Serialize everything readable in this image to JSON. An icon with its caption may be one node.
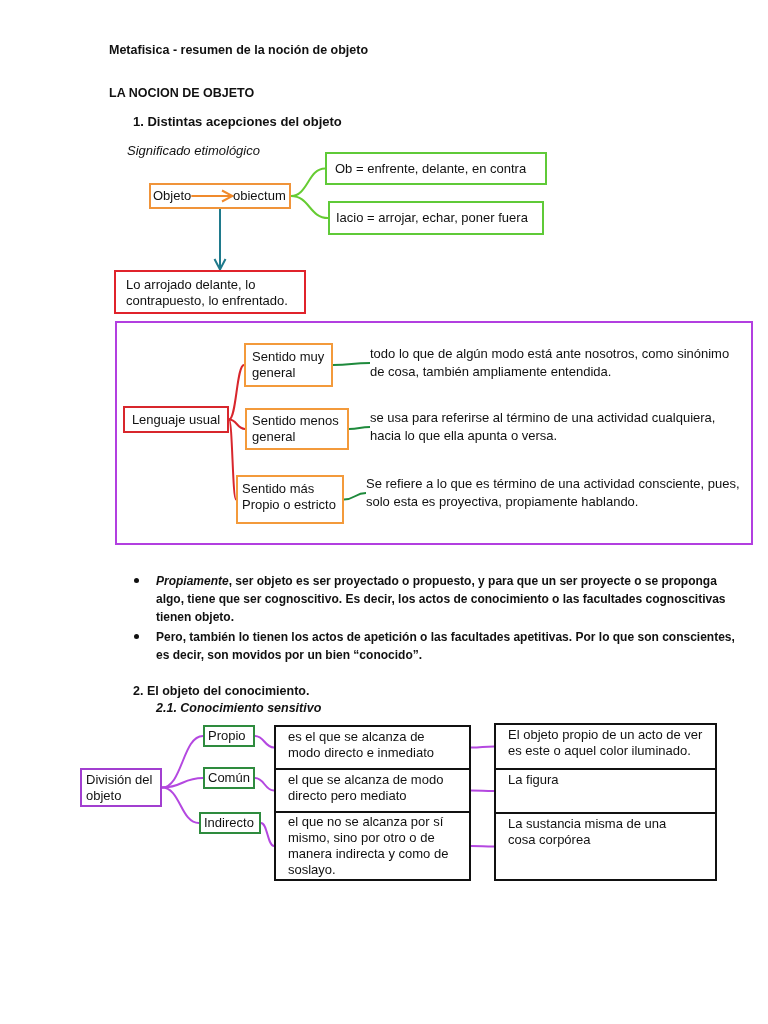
{
  "diagram": {
    "title": "Metafisica - resumen de la noción de objeto",
    "nodes": [
      {
        "text": [],
        "shape": "box"
      },
      {
        "text": [
          "Objeto"
        ],
        "in": 0
      },
      {
        "text": [
          "obiectum"
        ],
        "in": 0
      },
      {
        "text": [
          "Ob = enfrente, delante, en contra"
        ]
      },
      {
        "text": [
          "Iacio = arrojar, echar, poner fuera"
        ]
      },
      {
        "text": [
          "Lo arrojado delante, lo contrapuesto, lo enfrentado."
        ]
      },
      {
        "text": [],
        "shape": "box"
      },
      {
        "text": [
          "Lenguaje usual"
        ],
        "in": 6
      },
      {
        "text": [
          "Sentido muy general"
        ],
        "in": 6
      },
      {
        "text": [
          "Sentido menos general"
        ],
        "in": 6
      },
      {
        "text": [
          "Sentido más Propio o estricto"
        ],
        "in": 6
      },
      {
        "text": [
          "todo lo que de algún modo está ante nosotros, como sinónimo de cosa, también ampliamente entendida."
        ],
        "in": 6
      },
      {
        "text": [
          "se usa para referirse al término de una actividad cualquiera, hacia lo que ella apunta o versa."
        ],
        "in": 6
      },
      {
        "text": [
          "Se refiere a lo que es término de una actividad consciente, pues, solo esta es proyectiva, propiamente hablando."
        ],
        "in": 6
      },
      {
        "text": [
          "División del objeto"
        ]
      },
      {
        "text": [
          "Propio"
        ]
      },
      {
        "text": [
          "Común"
        ]
      },
      {
        "text": [
          "Indirecto"
        ]
      },
      {
        "text": [
          "es el que se alcanza de modo directo e inmediato"
        ]
      },
      {
        "text": [
          "el que se alcanza de modo directo pero mediato"
        ]
      },
      {
        "text": [
          "el que no se alcanza por sí mismo, sino por otro o de manera indirecta y como de soslayo."
        ]
      },
      {
        "text": [
          "El objeto propio de un acto de ver es este o aquel color iluminado."
        ]
      },
      {
        "text": [
          "La figura"
        ]
      },
      {
        "text": [
          "La sustancia misma de una cosa corpórea"
        ]
      }
    ],
    "edges": [
      {
        "from": 1,
        "to": 2,
        "arrow": "to",
        "color": "#f08a2c"
      },
      {
        "from": 0,
        "to": 3,
        "arrow": "none",
        "color": "#66cc33"
      },
      {
        "from": 0,
        "to": 4,
        "arrow": "none",
        "color": "#66cc33"
      },
      {
        "from": 0,
        "to": 5,
        "arrow": "to",
        "color": "#1f7a8c"
      },
      {
        "from": 7,
        "to": 8,
        "arrow": "none",
        "color": "#d8262c"
      },
      {
        "from": 7,
        "to": 9,
        "arrow": "none",
        "color": "#d8262c"
      },
      {
        "from": 7,
        "to": 10,
        "arrow": "none",
        "color": "#d8262c"
      },
      {
        "from": 8,
        "to": 11,
        "arrow": "none",
        "color": "#1e8a3c"
      },
      {
        "from": 9,
        "to": 12,
        "arrow": "none",
        "color": "#1e8a3c"
      },
      {
        "from": 10,
        "to": 13,
        "arrow": "none",
        "color": "#1e8a3c"
      },
      {
        "from": 14,
        "to": 15,
        "arrow": "none",
        "color": "#b448e0"
      },
      {
        "from": 14,
        "to": 16,
        "arrow": "none",
        "color": "#b448e0"
      },
      {
        "from": 14,
        "to": 17,
        "arrow": "none",
        "color": "#b448e0"
      },
      {
        "from": 15,
        "to": 18,
        "arrow": "none",
        "color": "#b448e0"
      },
      {
        "from": 16,
        "to": 19,
        "arrow": "none",
        "color": "#b448e0"
      },
      {
        "from": 17,
        "to": 20,
        "arrow": "none",
        "color": "#b448e0"
      },
      {
        "from": 18,
        "to": 21,
        "arrow": "none",
        "color": "#b448e0"
      },
      {
        "from": 19,
        "to": 22,
        "arrow": "none",
        "color": "#b448e0"
      },
      {
        "from": 20,
        "to": 23,
        "arrow": "none",
        "color": "#b448e0"
      }
    ],
    "labels": [
      "LA NOCION DE OBJETO",
      "1. Distintas acepciones del objeto",
      "Significado etimológico",
      "*Propiamente*, ser objeto es ser proyectado o propuesto, y para que un ser proyecte o se proponga algo, tiene que ser cognoscitivo. Es decir, los actos de conocimiento o las facultades cognoscitivas tienen objeto.",
      "Pero, también lo tienen los actos de apetición o las facultades apetitivas. Por lo que son conscientes, es decir, son movidos por un bien “conocido”.",
      "2. El objeto del conocimiento.",
      "2.1. Conocimiento sensitivo"
    ]
  }
}
